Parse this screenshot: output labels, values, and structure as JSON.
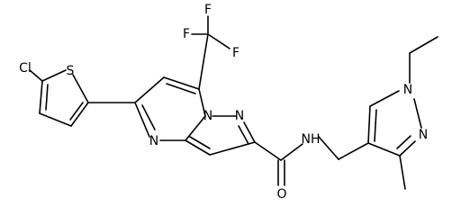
{
  "structure": {
    "atoms": {
      "chlorine": "Cl",
      "sulfur": "S",
      "fluorine_1": "F",
      "fluorine_2": "F",
      "fluorine_3": "F",
      "nitrogen_pyrimidine": "N",
      "nitrogen_bridgehead": "N",
      "nitrogen_pyrazole": "N",
      "oxygen_carbonyl": "O",
      "amide_nh": "NH",
      "nitrogen_ethyl_pyrazole_1": "N",
      "nitrogen_ethyl_pyrazole_2": "N"
    }
  },
  "colors": {
    "bond": "#000000",
    "label": "#000000",
    "background": "#ffffff"
  }
}
